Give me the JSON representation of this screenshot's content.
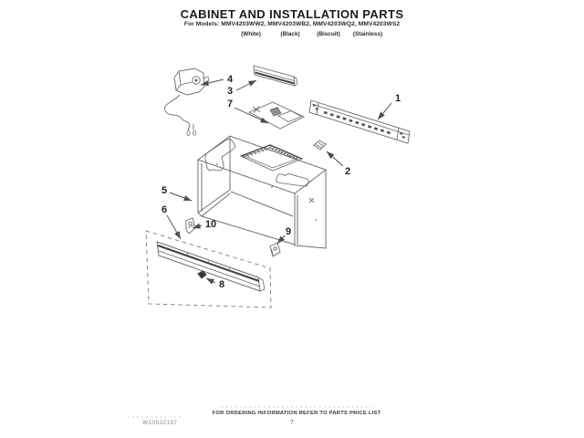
{
  "page": {
    "title": "CABINET AND INSTALLATION PARTS",
    "models_line": "For Models: MMV4203WW2, MMV4203WB2, MMV4203WQ2, MMV4203WS2",
    "color_labels": [
      "(White)",
      "(Black)",
      "(Biscuit)",
      "(Stainless)"
    ],
    "footer": {
      "ordering_note": "FOR ORDERING INFORMATION REFER TO PARTS PRICE LIST",
      "document_number": "W10532197",
      "page_number": "7"
    }
  },
  "diagram": {
    "callouts": [
      "1",
      "2",
      "3",
      "4",
      "5",
      "6",
      "7",
      "8",
      "9",
      "10"
    ],
    "ink_color": "#666666"
  }
}
